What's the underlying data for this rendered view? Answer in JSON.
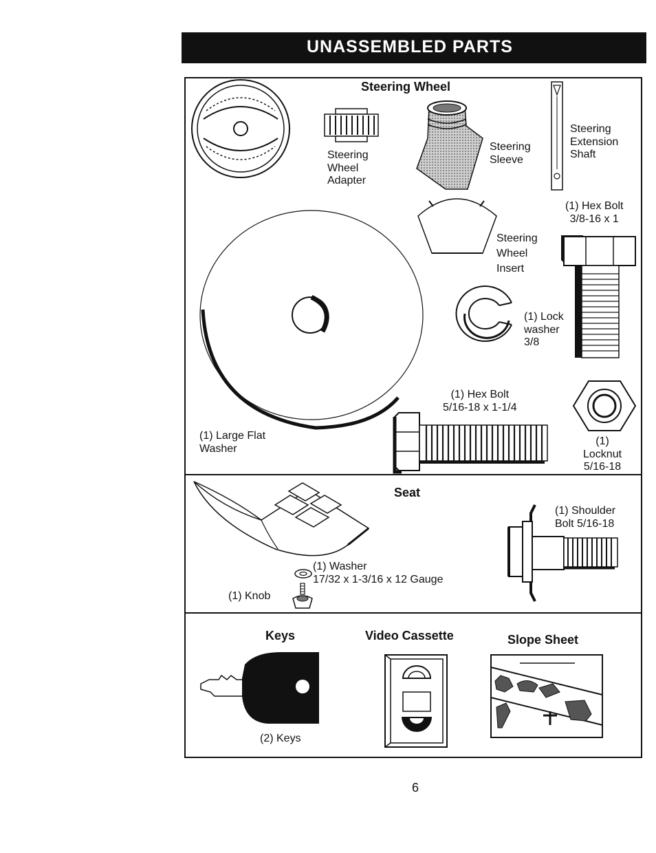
{
  "page": {
    "banner_title": "UNASSEMBLED PARTS",
    "page_number": "6"
  },
  "steering": {
    "heading": "Steering Wheel",
    "adapter_label": "Steering\nWheel\nAdapter",
    "sleeve_label": "Steering\nSleeve",
    "shaft_label": "Steering\nExtension\nShaft",
    "hexbolt_label": "(1) Hex Bolt\n3/8-16 x 1",
    "insert_label": "Steering\nWheel\nInsert",
    "lockwasher_label": "(1) Lock\nwasher\n3/8",
    "hexbolt2_label": "(1) Hex Bolt\n5/16-18 x 1-1/4",
    "flatwasher_label": "(1) Large Flat\nWasher",
    "locknut_label": "(1)\nLocknut\n5/16-18"
  },
  "seat": {
    "heading": "Seat",
    "shoulder_label": "(1) Shoulder\nBolt 5/16-18",
    "washer_label": "(1) Washer\n17/32 x 1-3/16 x 12 Gauge",
    "knob_label": "(1) Knob"
  },
  "extras": {
    "keys_heading": "Keys",
    "keys_label": "(2) Keys",
    "video_heading": "Video Cassette",
    "slope_heading": "Slope Sheet"
  }
}
